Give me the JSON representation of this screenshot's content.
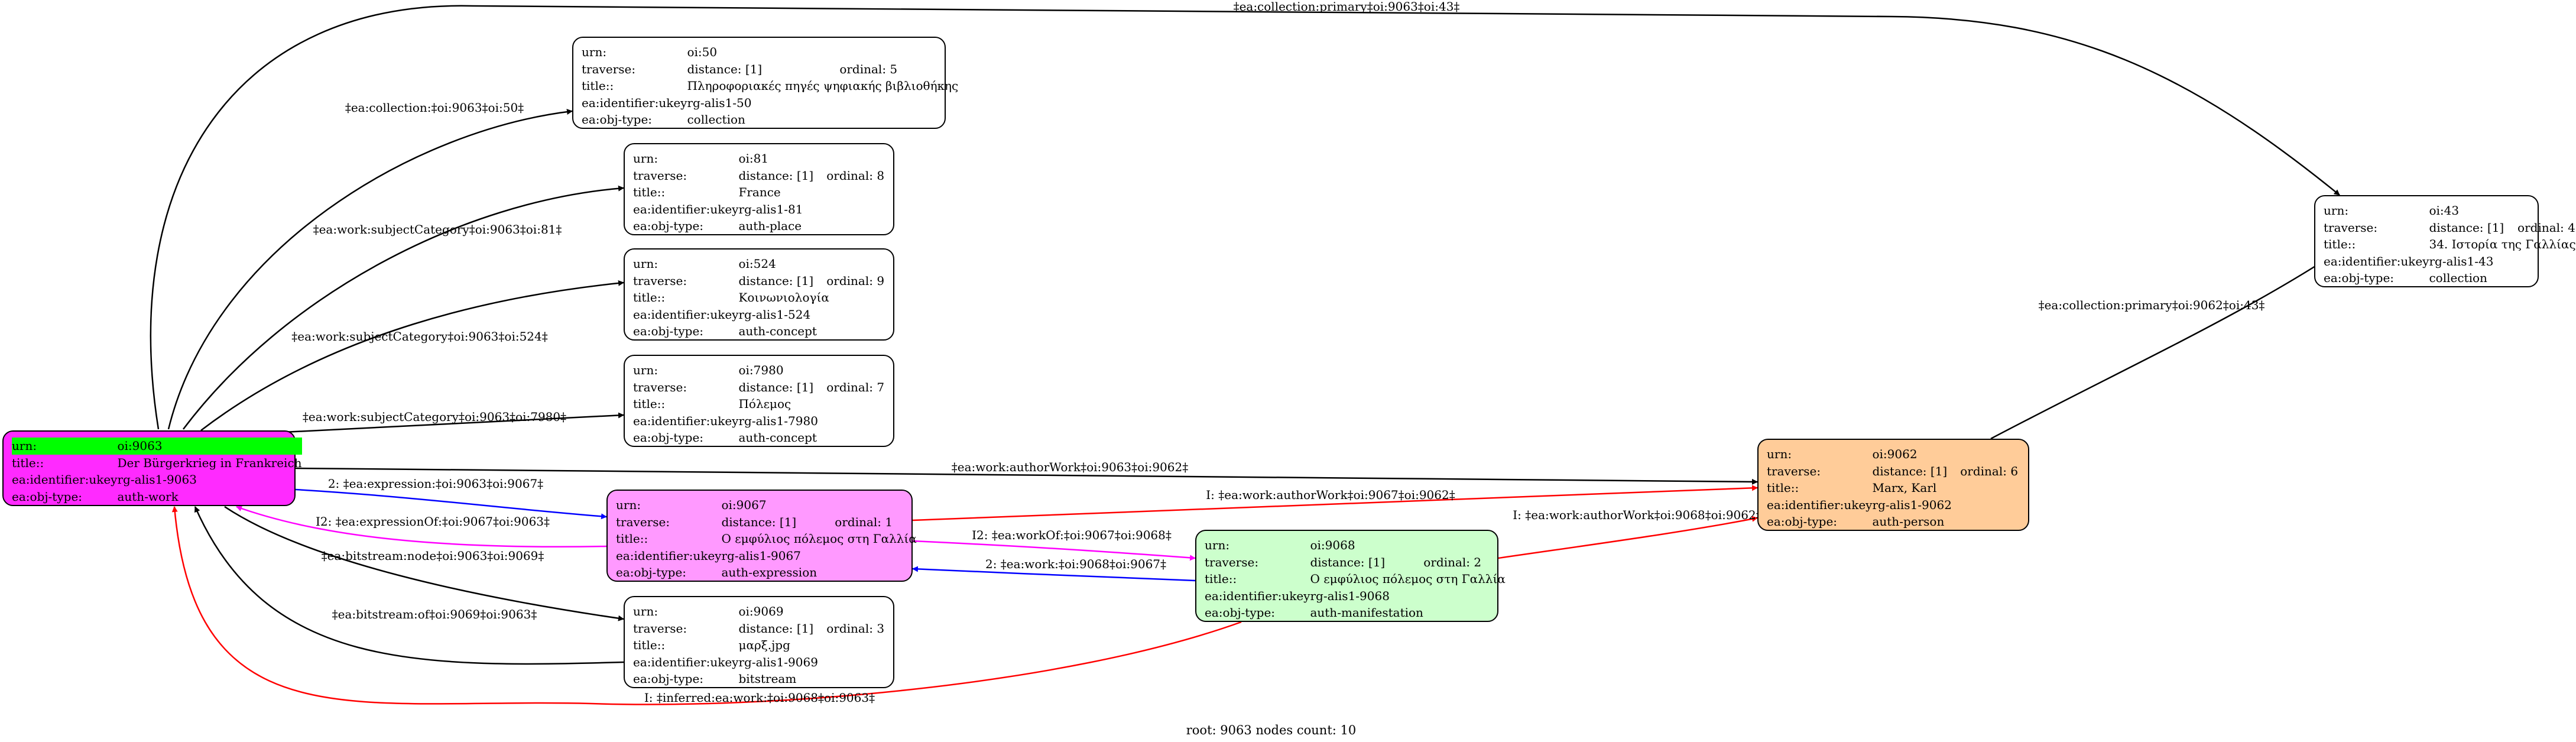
{
  "footer": "root: 9063 nodes count: 10",
  "colors": {
    "root": "#ff2aff",
    "root_urn_highlight": "#00ff00",
    "expression": "#ff99ff",
    "manifestation": "#ccffcc",
    "person": "#ffcc99",
    "plain": "#ffffff",
    "edge_black": "#000000",
    "edge_red": "#ff0000",
    "edge_blue": "#0000ff",
    "edge_magenta": "#ff00ff"
  },
  "nodes": {
    "n9063": {
      "urn_label": "urn:",
      "urn": "oi:9063",
      "title_label": "title::",
      "title": "Der Bürgerkrieg in Frankreich",
      "ukey_label": "ea:identifier:ukey",
      "ukey": "rg-alis1-9063",
      "type_label": "ea:obj-type:",
      "type": "auth-work"
    },
    "n50": {
      "urn_label": "urn:",
      "urn": "oi:50",
      "traverse_label": "traverse:",
      "distance": "distance: [1]",
      "ordinal": "ordinal: 5",
      "title_label": "title::",
      "title": "Πληροφοριακές πηγές ψηφιακής βιβλιοθήκης",
      "ukey_label": "ea:identifier:ukey",
      "ukey": "rg-alis1-50",
      "type_label": "ea:obj-type:",
      "type": "collection"
    },
    "n81": {
      "urn_label": "urn:",
      "urn": "oi:81",
      "traverse_label": "traverse:",
      "distance": "distance: [1]",
      "ordinal": "ordinal: 8",
      "title_label": "title::",
      "title": "France",
      "ukey_label": "ea:identifier:ukey",
      "ukey": "rg-alis1-81",
      "type_label": "ea:obj-type:",
      "type": "auth-place"
    },
    "n524": {
      "urn_label": "urn:",
      "urn": "oi:524",
      "traverse_label": "traverse:",
      "distance": "distance: [1]",
      "ordinal": "ordinal: 9",
      "title_label": "title::",
      "title": "Κοινωνιολογία",
      "ukey_label": "ea:identifier:ukey",
      "ukey": "rg-alis1-524",
      "type_label": "ea:obj-type:",
      "type": "auth-concept"
    },
    "n7980": {
      "urn_label": "urn:",
      "urn": "oi:7980",
      "traverse_label": "traverse:",
      "distance": "distance: [1]",
      "ordinal": "ordinal: 7",
      "title_label": "title::",
      "title": "Πόλεμος",
      "ukey_label": "ea:identifier:ukey",
      "ukey": "rg-alis1-7980",
      "type_label": "ea:obj-type:",
      "type": "auth-concept"
    },
    "n43": {
      "urn_label": "urn:",
      "urn": "oi:43",
      "traverse_label": "traverse:",
      "distance": "distance: [1]",
      "ordinal": "ordinal: 4",
      "title_label": "title::",
      "title": "34. Ιστορία της Γαλλίας",
      "ukey_label": "ea:identifier:ukey",
      "ukey": "rg-alis1-43",
      "type_label": "ea:obj-type:",
      "type": "collection"
    },
    "n9062": {
      "urn_label": "urn:",
      "urn": "oi:9062",
      "traverse_label": "traverse:",
      "distance": "distance: [1]",
      "ordinal": "ordinal: 6",
      "title_label": "title::",
      "title": "Marx, Karl",
      "ukey_label": "ea:identifier:ukey",
      "ukey": "rg-alis1-9062",
      "type_label": "ea:obj-type:",
      "type": "auth-person"
    },
    "n9067": {
      "urn_label": "urn:",
      "urn": "oi:9067",
      "traverse_label": "traverse:",
      "distance": "distance: [1]",
      "ordinal": "ordinal: 1",
      "title_label": "title::",
      "title": "Ο εμφύλιος πόλεμος στη Γαλλία",
      "ukey_label": "ea:identifier:ukey",
      "ukey": "rg-alis1-9067",
      "type_label": "ea:obj-type:",
      "type": "auth-expression"
    },
    "n9068": {
      "urn_label": "urn:",
      "urn": "oi:9068",
      "traverse_label": "traverse:",
      "distance": "distance: [1]",
      "ordinal": "ordinal: 2",
      "title_label": "title::",
      "title": "Ο εμφύλιος πόλεμος στη Γαλλία",
      "ukey_label": "ea:identifier:ukey",
      "ukey": "rg-alis1-9068",
      "type_label": "ea:obj-type:",
      "type": "auth-manifestation"
    },
    "n9069": {
      "urn_label": "urn:",
      "urn": "oi:9069",
      "traverse_label": "traverse:",
      "distance": "distance: [1]",
      "ordinal": "ordinal: 3",
      "title_label": "title::",
      "title": "μαρξ.jpg",
      "ukey_label": "ea:identifier:ukey",
      "ukey": "rg-alis1-9069",
      "type_label": "ea:obj-type:",
      "type": "bitstream"
    }
  },
  "edges": [
    {
      "id": "e1",
      "label": "‡ea:collection:primary‡oi:9063‡oi:43‡",
      "color": "black"
    },
    {
      "id": "e2",
      "label": "‡ea:collection:‡oi:9063‡oi:50‡",
      "color": "black"
    },
    {
      "id": "e3",
      "label": "‡ea:work:subjectCategory‡oi:9063‡oi:81‡",
      "color": "black"
    },
    {
      "id": "e4",
      "label": "‡ea:work:subjectCategory‡oi:9063‡oi:524‡",
      "color": "black"
    },
    {
      "id": "e5",
      "label": "‡ea:work:subjectCategory‡oi:9063‡oi:7980‡",
      "color": "black"
    },
    {
      "id": "e6",
      "label": "‡ea:work:authorWork‡oi:9063‡oi:9062‡",
      "color": "black"
    },
    {
      "id": "e7",
      "label": "2: ‡ea:expression:‡oi:9063‡oi:9067‡",
      "color": "blue"
    },
    {
      "id": "e8",
      "label": "I2: ‡ea:expressionOf:‡oi:9067‡oi:9063‡",
      "color": "magenta"
    },
    {
      "id": "e9",
      "label": "‡ea:bitstream:node‡oi:9063‡oi:9069‡",
      "color": "black"
    },
    {
      "id": "e10",
      "label": "‡ea:bitstream:of‡oi:9069‡oi:9063‡",
      "color": "black"
    },
    {
      "id": "e11",
      "label": "I: ‡inferred:ea:work:‡oi:9068‡oi:9063‡",
      "color": "red"
    },
    {
      "id": "e12",
      "label": "I: ‡ea:work:authorWork‡oi:9067‡oi:9062‡",
      "color": "red"
    },
    {
      "id": "e13",
      "label": "I2: ‡ea:workOf:‡oi:9067‡oi:9068‡",
      "color": "magenta"
    },
    {
      "id": "e14",
      "label": "2: ‡ea:work:‡oi:9068‡oi:9067‡",
      "color": "blue"
    },
    {
      "id": "e15",
      "label": "I: ‡ea:work:authorWork‡oi:9068‡oi:9062‡",
      "color": "red"
    },
    {
      "id": "e16",
      "label": "‡ea:collection:primary‡oi:9062‡oi:43‡",
      "color": "black"
    }
  ]
}
